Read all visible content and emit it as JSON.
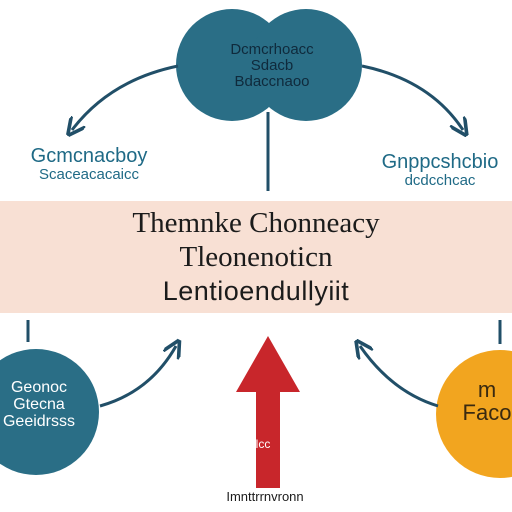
{
  "top_node": {
    "lines": [
      "Dcmcrhoacc",
      "Sdacb",
      "Bdaccnaoo"
    ]
  },
  "left_node": {
    "line1": "Gcmcnacboy",
    "line2": "Scaceacacaicc"
  },
  "right_node": {
    "line1": "Gnppcshcbio",
    "line2": "dcdcchcac"
  },
  "center_band": {
    "line1": "Themnke Chonneacy",
    "line2": "Tleonenoticn",
    "line3": "Lentioendullyiit"
  },
  "bottom_left_node": {
    "lines": [
      "Geonoc",
      "Gtecna",
      "Geeidrsss"
    ]
  },
  "bottom_right_node": {
    "lines": [
      "m",
      "Faco"
    ]
  },
  "center_arrow": {
    "label": "lcc"
  },
  "bottom_label": "Imnttrrnvronn",
  "colors": {
    "teal": "#2a6e86",
    "band": "#f8e0d4",
    "red_arrow": "#c8262b",
    "orange": "#f2a51f",
    "arrow_stroke": "#214f68"
  }
}
